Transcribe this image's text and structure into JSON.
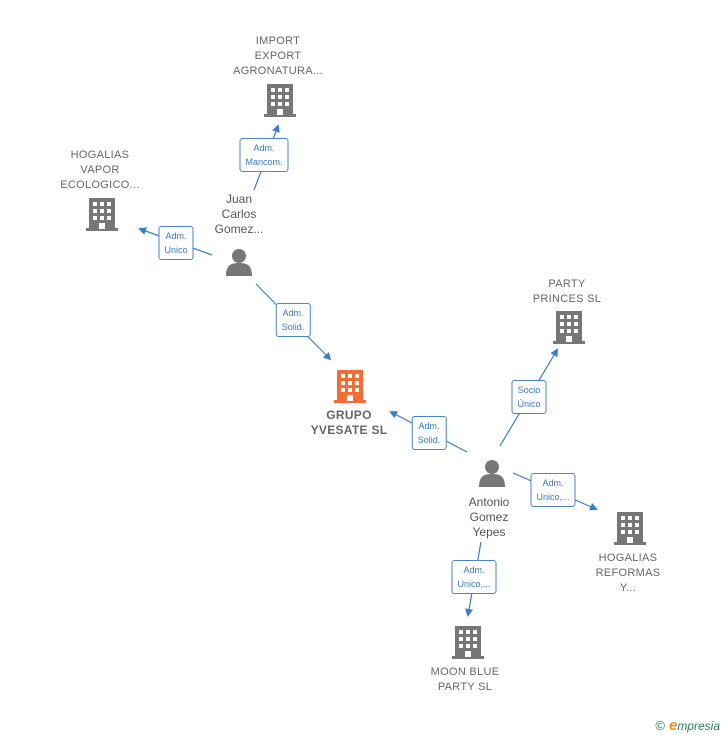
{
  "colors": {
    "edge": "#3a7dc9",
    "building": "#777777",
    "main_building": "#f26c36",
    "person": "#777777"
  },
  "companies": {
    "import_export": {
      "label": "IMPORT\nEXPORT\nAGRONATURA..."
    },
    "hogalias_vapor": {
      "label": "HOGALIAS\nVAPOR\nECOLOGICO..."
    },
    "party_princes": {
      "label": "PARTY\nPRINCES  SL"
    },
    "grupo_yvesate": {
      "label": "GRUPO\nYVESATE  SL"
    },
    "hogalias_reformas": {
      "label": "HOGALIAS\nREFORMAS\nY..."
    },
    "moon_blue": {
      "label": "MOON BLUE\nPARTY  SL"
    }
  },
  "persons": {
    "juan": {
      "label": "Juan\nCarlos\nGomez..."
    },
    "antonio": {
      "label": "Antonio\nGomez\nYepes"
    }
  },
  "edges": {
    "juan_import": {
      "label": "Adm.\nMancom."
    },
    "juan_hogalias": {
      "label": "Adm.\nUnico"
    },
    "juan_grupo": {
      "label": "Adm.\nSolid."
    },
    "antonio_grupo": {
      "label": "Adm.\nSolid."
    },
    "antonio_party": {
      "label": "Socio\nÚnico"
    },
    "antonio_reformas": {
      "label": "Adm.\nUnico,..."
    },
    "antonio_moon": {
      "label": "Adm.\nUnico,..."
    }
  },
  "footer": {
    "copyright": "©",
    "brand_initial": "e",
    "brand_rest": "mpresia"
  }
}
